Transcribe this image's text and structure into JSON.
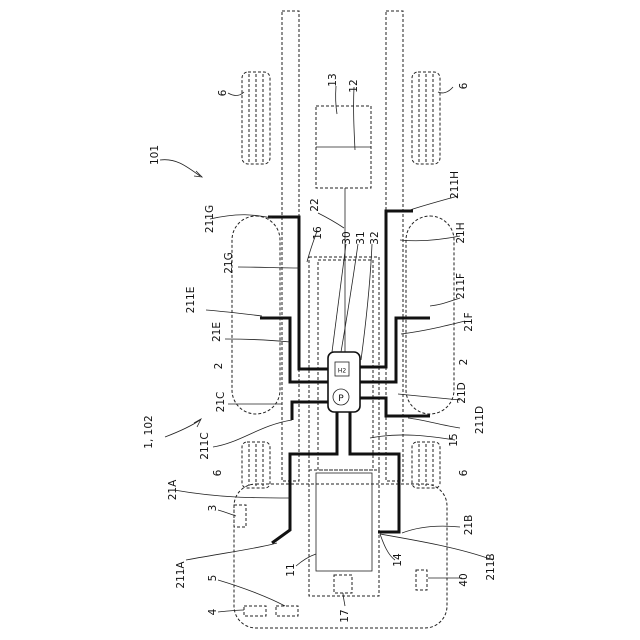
{
  "labels": {
    "l6a": "6",
    "l6b": "6",
    "l6c": "6",
    "l6d": "6",
    "l13": "13",
    "l12": "12",
    "l101": "101",
    "l211G": "211G",
    "l21G": "21G",
    "l211H_top": "211H",
    "l21H": "21H",
    "l22": "22",
    "l16": "16",
    "l30": "30",
    "l31": "31",
    "l32": "32",
    "l211E": "211E",
    "l21E": "21E",
    "l211F": "211F",
    "l21F": "21F",
    "l2a": "2",
    "l2b": "2",
    "l21C": "21C",
    "l211C": "211C",
    "l1_102": "1, 102",
    "l21D": "21D",
    "l211D": "211D",
    "l15": "15",
    "l21A": "21A",
    "l211A": "211A",
    "l3": "3",
    "l5": "5",
    "l4": "4",
    "l11": "11",
    "l14": "14",
    "l17": "17",
    "l21B": "21B",
    "l211B": "211B",
    "l40": "40",
    "pump": "P",
    "h2": "H2"
  }
}
